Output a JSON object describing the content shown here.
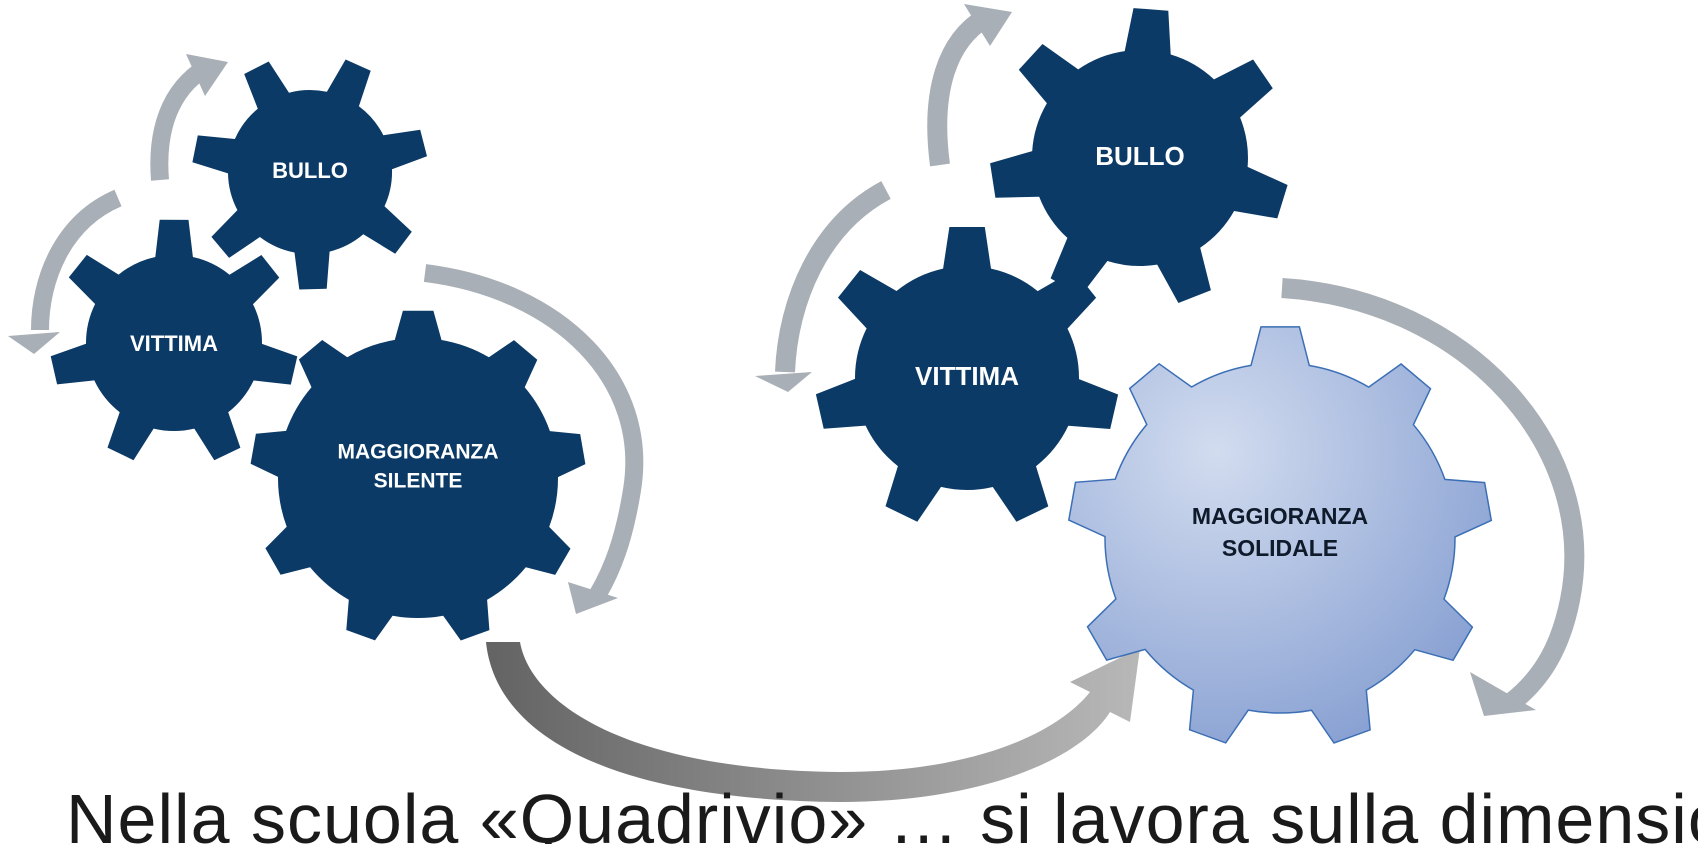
{
  "left_cycle": {
    "bully_label": "BULLO",
    "victim_label": "VITTIMA",
    "majority_line1": "MAGGIORANZA",
    "majority_line2": "SILENTE"
  },
  "right_cycle": {
    "bully_label": "BULLO",
    "victim_label": "VITTIMA",
    "majority_line1": "MAGGIORANZA",
    "majority_line2": "SOLIDALE"
  },
  "caption": "Nella scuola «Quadrivio» … si lavora sulla dimensione",
  "colors": {
    "dark_gear": "#0b3a66",
    "light_gear_top": "#c5d2ea",
    "light_gear_bottom": "#8aa2d3",
    "light_gear_outline": "#3c6fb5",
    "cycle_arrow": "#a9afb6",
    "transition_arrow": "#6f6f6f",
    "gear_text_dark": "#ffffff",
    "gear_text_light": "#0f1a2a"
  }
}
